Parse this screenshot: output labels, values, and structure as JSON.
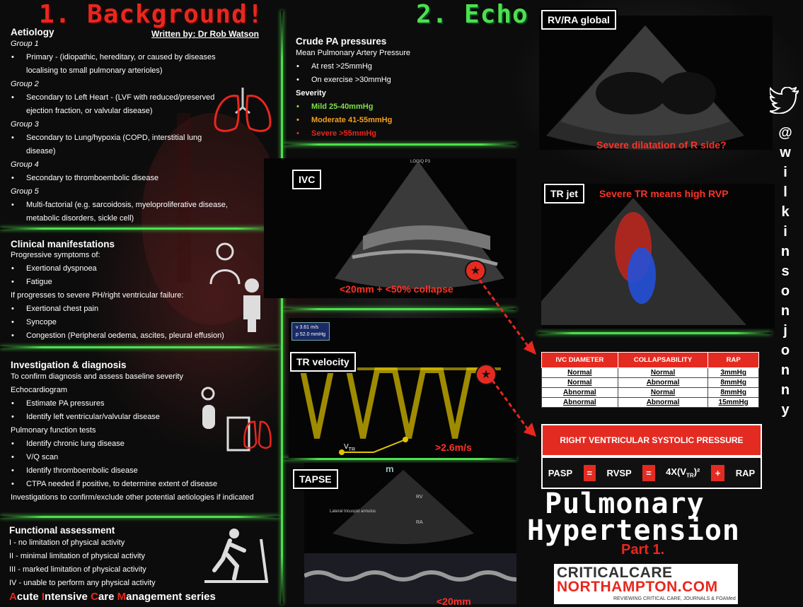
{
  "background": {
    "title": "1. Background!",
    "author": "Written by: Dr Rob Watson",
    "aetiology": {
      "heading": "Aetiology",
      "groups": [
        {
          "label": "Group 1",
          "items": [
            "Primary -  (idiopathic, hereditary, or caused by diseases",
            "localising to small pulmonary arterioles)"
          ]
        },
        {
          "label": "Group 2",
          "items": [
            "Secondary to Left Heart -  (LVF with reduced/preserved",
            "ejection fraction, or valvular disease)"
          ]
        },
        {
          "label": "Group 3",
          "items": [
            "Secondary to Lung/hypoxia (COPD, interstitial lung",
            "disease)"
          ]
        },
        {
          "label": "Group 4",
          "items": [
            "Secondary to thromboembolic disease"
          ]
        },
        {
          "label": "Group 5",
          "items": [
            "Multi-factorial (e.g. sarcoidosis, myeloproliferative disease,",
            "metabolic disorders, sickle cell)"
          ]
        }
      ]
    },
    "clinical": {
      "heading": "Clinical manifestations",
      "intro": "Progressive symptoms of:",
      "symptoms": [
        "Exertional dyspnoea",
        "Fatigue"
      ],
      "severe_intro": "If progresses to severe PH/right ventricular failure:",
      "severe": [
        "Exertional chest pain",
        "Syncope",
        "Congestion (Peripheral oedema, ascites, pleural effusion)"
      ]
    },
    "investigation": {
      "heading": "Investigation & diagnosis",
      "intro": "To confirm diagnosis and  assess baseline severity",
      "echo_label": "Echocardiogram",
      "echo_items": [
        "Estimate PA pressures",
        "Identify left ventricular/valvular disease"
      ],
      "pft_label": "Pulmonary function tests",
      "pft_items": [
        "Identify chronic lung disease",
        "V/Q scan",
        "Identify thromboembolic disease",
        "CTPA needed if positive, to determine extent of disease"
      ],
      "outro": "Investigations to confirm/exclude other potential aetiologies if indicated"
    },
    "functional": {
      "heading": "Functional assessment",
      "classes": [
        "I - no limitation of physical activity",
        "II - minimal limitation of physical activity",
        "III - marked limitation of physical activity",
        "IV - unable to perform any physical activity"
      ]
    },
    "series": {
      "a": "A",
      "a_rest": "cute ",
      "i": "I",
      "i_rest": "ntensive ",
      "c": "C",
      "c_rest": "are ",
      "m": "M",
      "m_rest": "anagement series"
    }
  },
  "echo": {
    "title": "2. Echo",
    "crude": {
      "heading": "Crude PA pressures",
      "mean_label": "Mean Pulmonary Artery Pressure",
      "items": [
        "At rest >25mmHg",
        "On exercise >30mmHg"
      ],
      "severity_label": "Severity",
      "severity": [
        {
          "text": "Mild 25-40mmHg",
          "color": "#7ee04a"
        },
        {
          "text": "Moderate 41-55mmHg",
          "color": "#f4a11e"
        },
        {
          "text": "Severe >55mmHg",
          "color": "#e8271e"
        }
      ]
    },
    "panels": {
      "rvra": {
        "label": "RV/RA global",
        "caption": "Severe dilatation of R side?"
      },
      "ivc": {
        "label": "IVC",
        "caption": "<20mm + <50% collapse",
        "brand": "LOGIQ P3"
      },
      "trjet": {
        "label": "TR jet",
        "caption": "Severe TR means high RVP"
      },
      "trvel": {
        "label": "TR velocity",
        "caption": ">2.6m/s",
        "vtr": "V",
        "vtr_sub": "TR",
        "readout1": "v    3.61 m/s",
        "readout2": "p  52.0 mmHg"
      },
      "tapse": {
        "label": "TAPSE",
        "caption": "<20mm",
        "annulus": "Lateral tricuspid annulus",
        "rv": "RV",
        "ra": "RA",
        "m": "m"
      }
    },
    "rap_table": {
      "headers": [
        "IVC DIAMETER",
        "COLLAPSABILITY",
        "RAP"
      ],
      "rows": [
        [
          "Normal",
          "Normal",
          "3mmHg"
        ],
        [
          "Normal",
          "Abnormal",
          "8mmHg"
        ],
        [
          "Abnormal",
          "Normal",
          "8mmHg"
        ],
        [
          "Abnormal",
          "Abnormal",
          "15mmHg"
        ]
      ]
    },
    "rvsp": {
      "heading": "RIGHT VENTRICULAR SYSTOLIC PRESSURE",
      "pasp": "PASP",
      "eq1": "=",
      "rvsp": "RVSP",
      "eq2": "=",
      "formula_a": "4X(V",
      "formula_sub": "TR",
      "formula_b": ")²",
      "plus": "+",
      "rap": "RAP"
    }
  },
  "footer": {
    "title1": "Pulmonary",
    "title2": "Hypertension",
    "part": "Part 1.",
    "logo1": "CRITICALCARE",
    "logo2": "NORTHAMPTON.COM",
    "logo3": "REVIEWING CRITICAL CARE, JOURNALS & FOAMed"
  },
  "social": {
    "handle_chars": [
      "@",
      "w",
      "i",
      "l",
      "k",
      "i",
      "n",
      "s",
      "o",
      "n",
      "j",
      "o",
      "n",
      "n",
      "y"
    ]
  },
  "colors": {
    "red": "#e8271e",
    "green": "#4de04d",
    "orange": "#f4a11e",
    "table_red": "#e42b22"
  }
}
